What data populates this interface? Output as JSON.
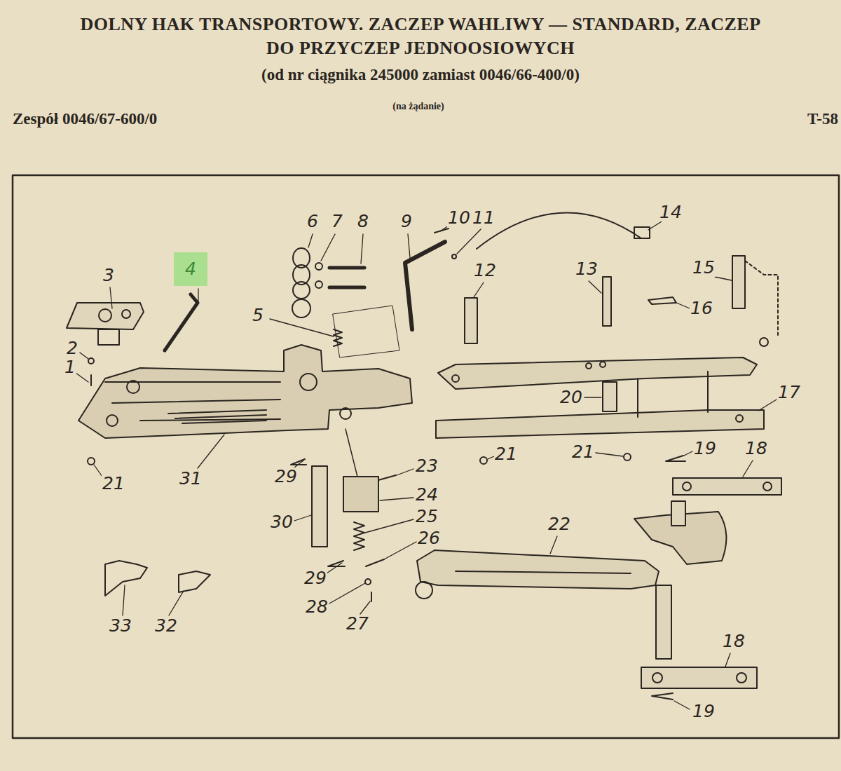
{
  "diagram": {
    "title": "DOLNY HAK TRANSPORTOWY. ZACZEP WAHLIWY — STANDARD, ZACZEP DO PRZYCZEP JEDNOOSIOWYCH",
    "nodes": [
      {
        "text": [
          "4"
        ]
      }
    ],
    "labels": [
      "(od nr ciągnika 245000 zamiast 0046/66-400/0)",
      "(na żądanie)",
      "Zespół 0046/67-600/0",
      "T-58",
      "1",
      "2",
      "3",
      "5",
      "6",
      "7",
      "8",
      "9",
      "10",
      "11",
      "12",
      "13",
      "14",
      "15",
      "16",
      "17",
      "18",
      "18",
      "19",
      "19",
      "20",
      "21",
      "21",
      "21",
      "22",
      "23",
      "24",
      "25",
      "26",
      "27",
      "28",
      "29",
      "29",
      "30",
      "31",
      "32",
      "33"
    ]
  }
}
